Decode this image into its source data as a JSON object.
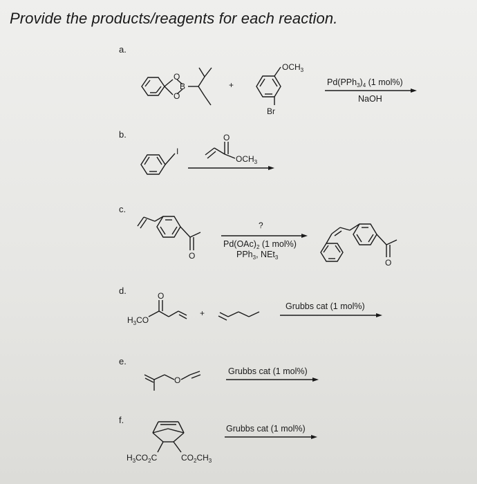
{
  "header": {
    "title": "Provide the products/reagents for each reaction."
  },
  "reactions": [
    {
      "label": "a.",
      "labels": {
        "boron": "B",
        "o1": "O",
        "o2": "O",
        "plus": "+",
        "och3": "OCH3",
        "br": "Br"
      },
      "conditions_top": "Pd(PPh3)4 (1 mol%)",
      "conditions_bottom": "NaOH"
    },
    {
      "label": "b.",
      "labels": {
        "iodo": "I",
        "o": "O",
        "och3": "OCH3"
      }
    },
    {
      "label": "c.",
      "labels": {
        "question": "?",
        "o_left": "O",
        "o_right": "O"
      },
      "conditions_line1": "Pd(OAc)2 (1 mol%)",
      "conditions_line2": "PPh3, NEt3"
    },
    {
      "label": "d.",
      "labels": {
        "o": "O",
        "h3co": "H3CO",
        "plus": "+"
      },
      "conditions_top": "Grubbs cat (1 mol%)"
    },
    {
      "label": "e.",
      "labels": {
        "o": "O"
      },
      "conditions_top": "Grubbs cat (1 mol%)"
    },
    {
      "label": "f.",
      "labels": {
        "left_ester": "H3CO2C",
        "right_ester": "CO2CH3"
      },
      "conditions_top": "Grubbs cat (1 mol%)"
    }
  ]
}
